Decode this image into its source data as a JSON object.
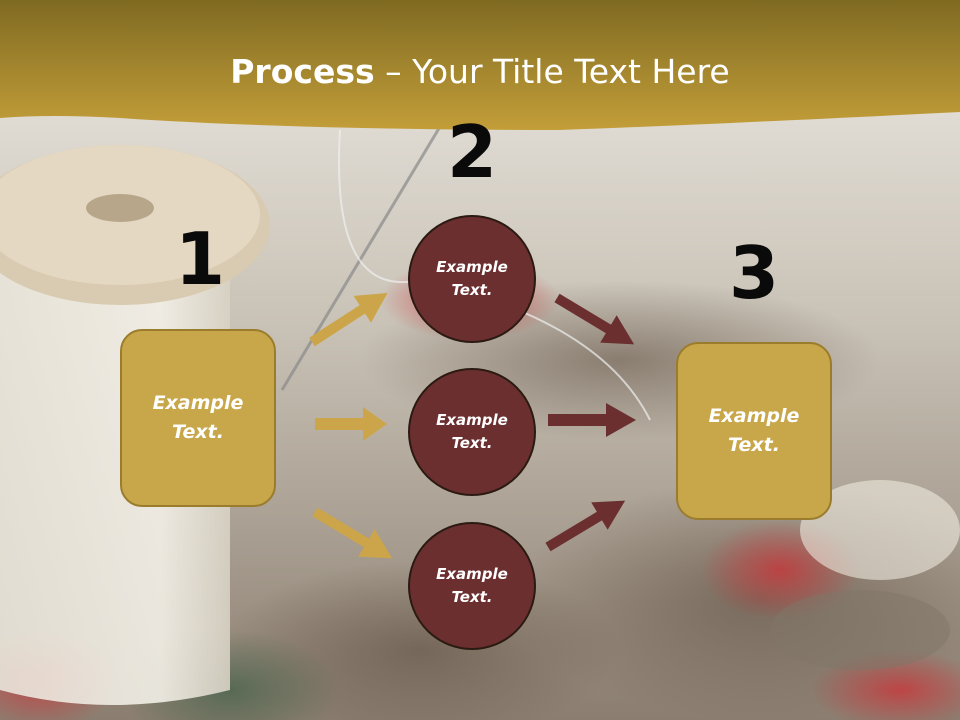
{
  "title": {
    "strong": "Process",
    "rest": " – Your Title Text Here"
  },
  "steps": [
    {
      "number": "1",
      "text": "Example\nText."
    },
    {
      "number": "2",
      "items": [
        "Example\nText.",
        "Example\nText.",
        "Example\nText."
      ]
    },
    {
      "number": "3",
      "text": "Example\nText."
    }
  ],
  "colors": {
    "gold": "#c8a64a",
    "maroon": "#6b2f30",
    "header": "#b89536"
  }
}
